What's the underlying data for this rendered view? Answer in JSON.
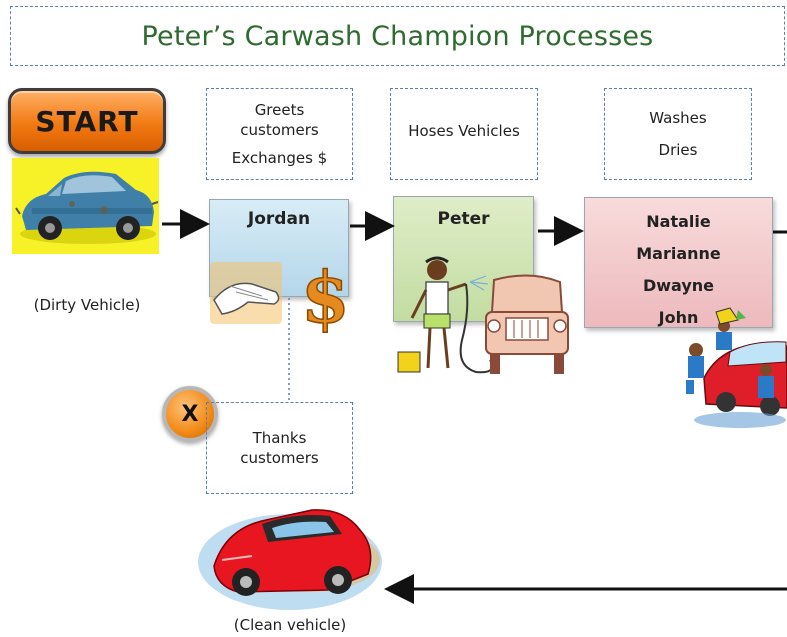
{
  "title": "Peter’s Carwash Champion Processes",
  "start_button": "START",
  "dirty_vehicle_label": "(Dirty Vehicle)",
  "clean_vehicle_label": "(Clean vehicle)",
  "jordan": {
    "tasks": [
      "Greets customers",
      "Exchanges $"
    ],
    "name": "Jordan"
  },
  "peter": {
    "tasks": [
      "Hoses Vehicles"
    ],
    "name": "Peter"
  },
  "crew": {
    "tasks": [
      "Washes",
      "Dries"
    ],
    "names": [
      "Natalie",
      "Marianne",
      "Dwayne",
      "John"
    ]
  },
  "exit": {
    "button": "X",
    "tasks": [
      "Thanks customers"
    ]
  },
  "colors": {
    "title": "#2e6b2e",
    "dashed_border": "#5b7fae",
    "start_orange": "#f27a12",
    "jordan_card": "#c6e2f1",
    "peter_card": "#d2e5b6",
    "crew_card": "#f2c9cc",
    "dirty_car_bg": "#f7f227"
  }
}
